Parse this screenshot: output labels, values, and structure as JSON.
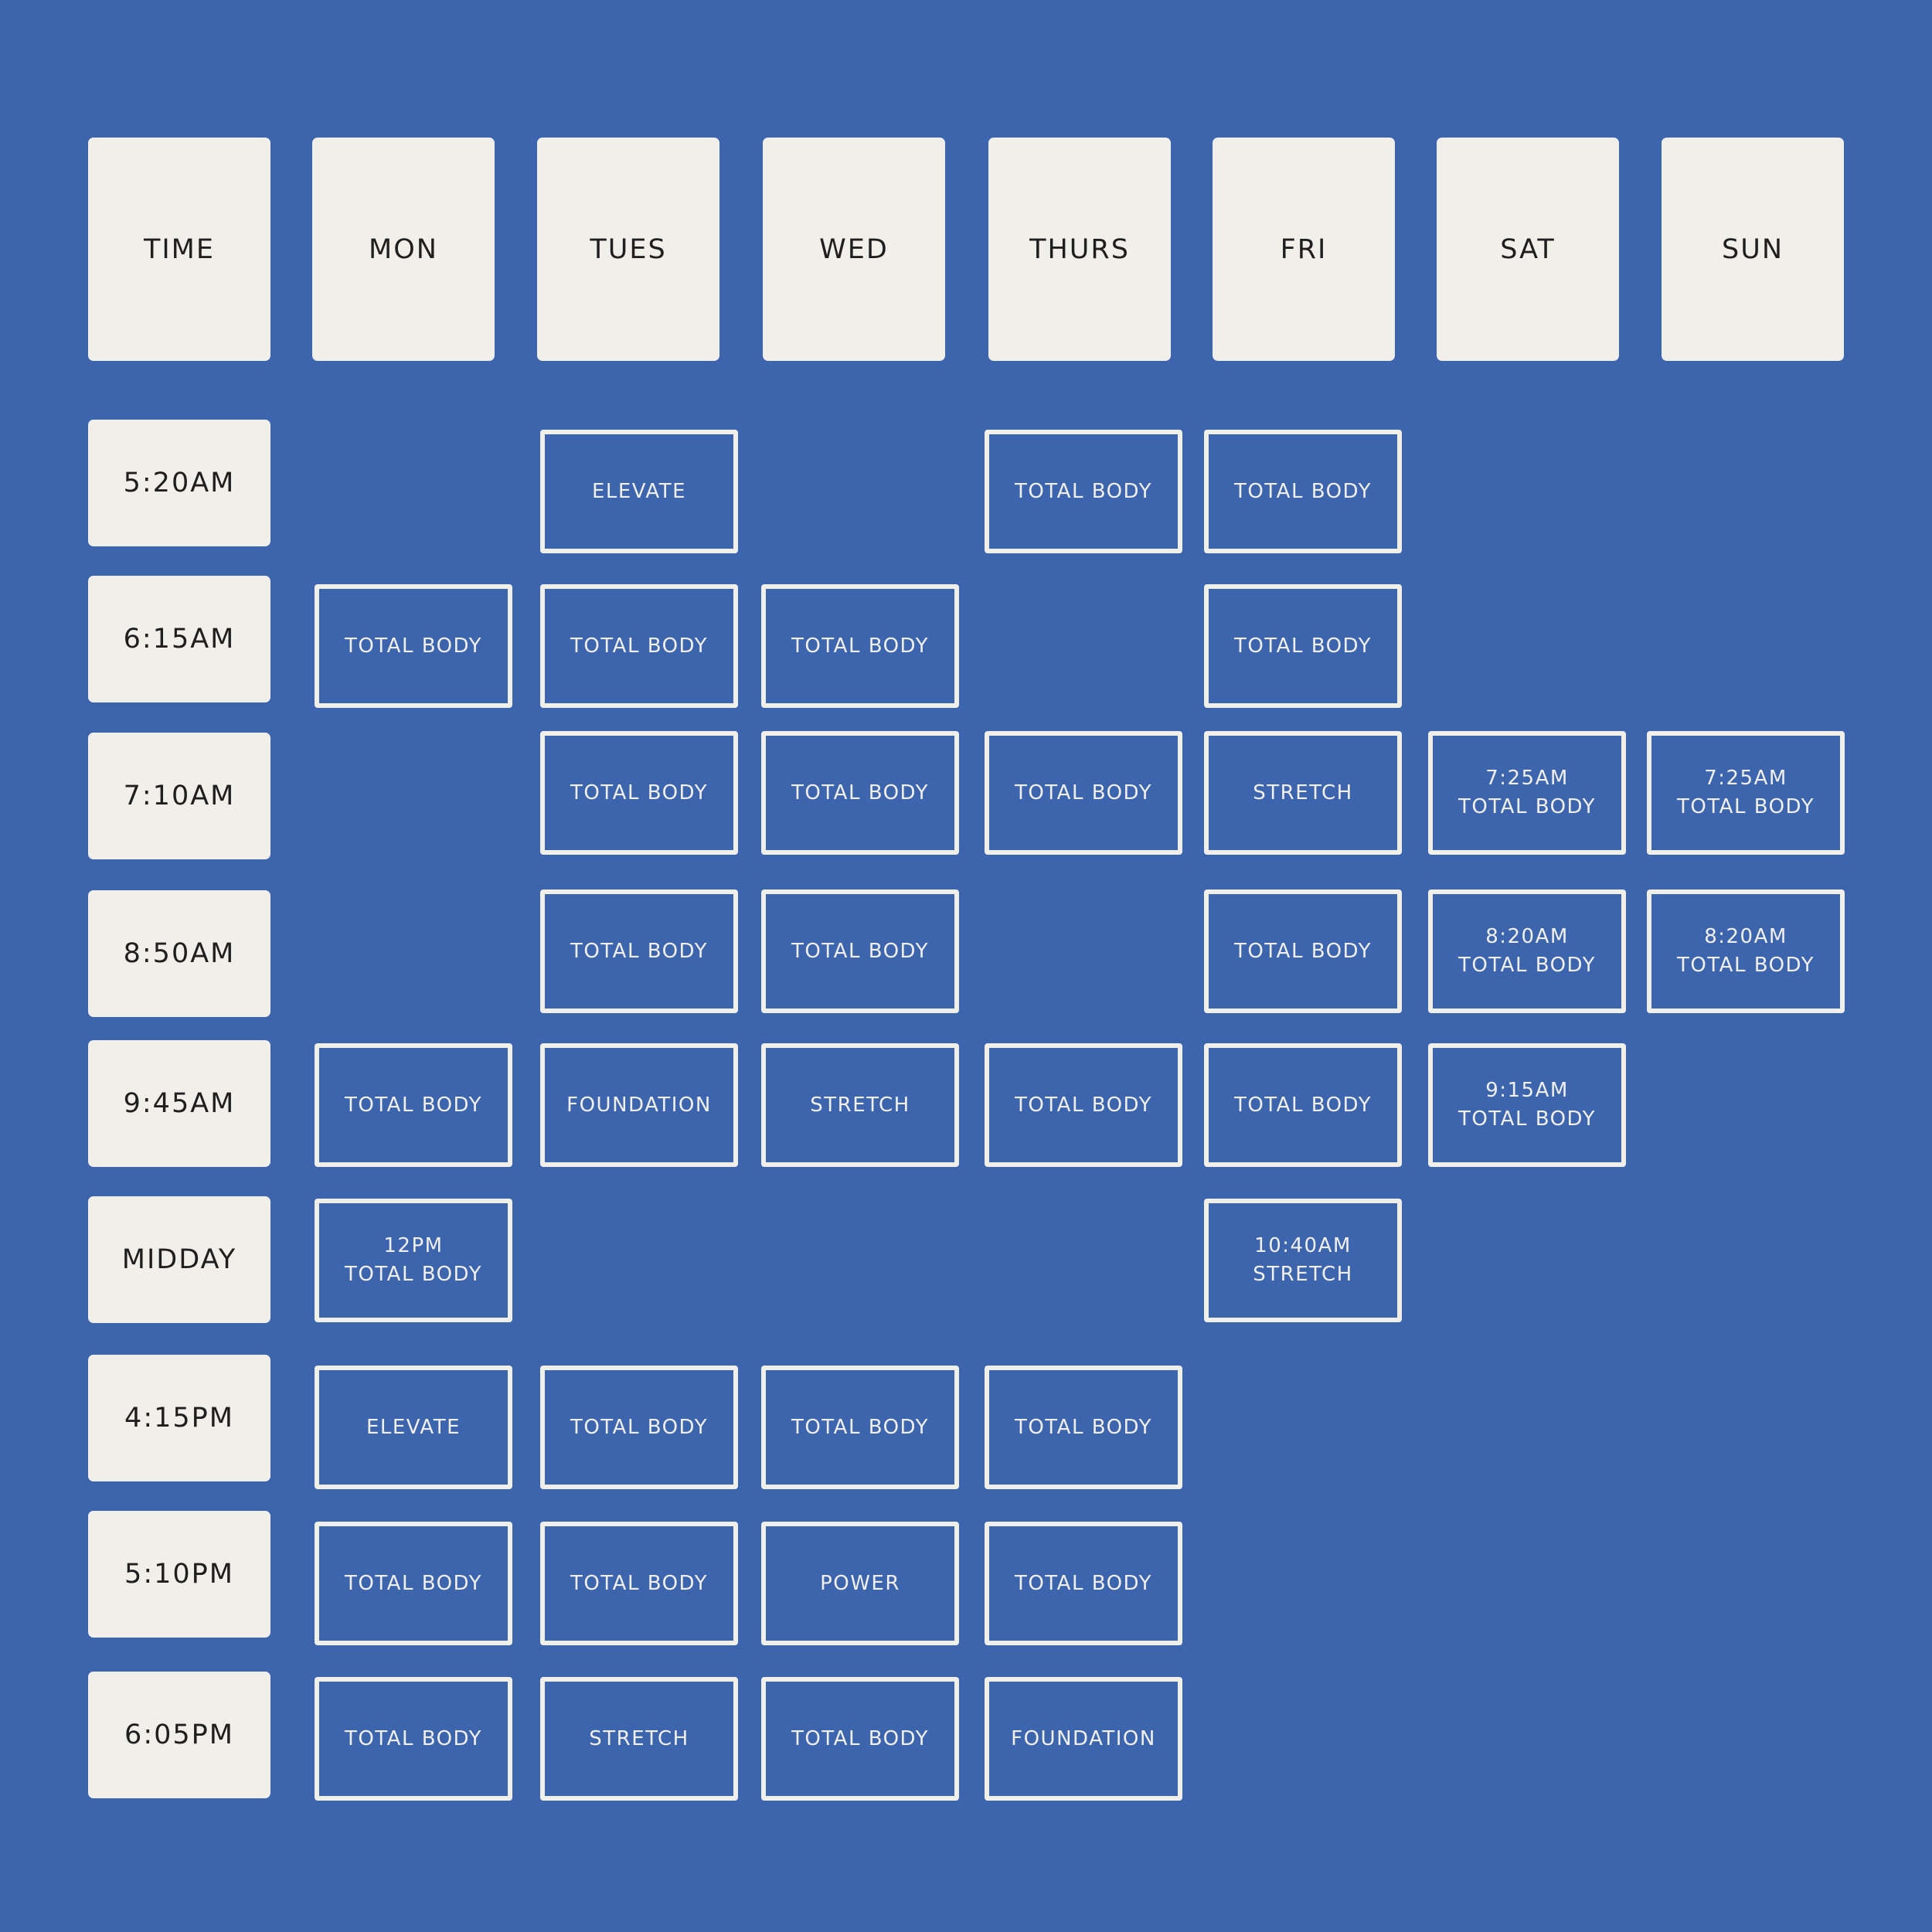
{
  "colors": {
    "background": "#3c65ae",
    "card": "#f0efea",
    "card_text": "#1f1f1f",
    "box_border": "#f0efea",
    "box_text": "#f0efea"
  },
  "headers": [
    "TIME",
    "MON",
    "TUES",
    "WED",
    "THURS",
    "FRI",
    "SAT",
    "SUN"
  ],
  "times": [
    "5:20AM",
    "6:15AM",
    "7:10AM",
    "8:50AM",
    "9:45AM",
    "MIDDAY",
    "4:15PM",
    "5:10PM",
    "6:05PM"
  ],
  "classes": [
    {
      "day": "TUES",
      "slot": "5:20AM",
      "lines": [
        "ELEVATE"
      ]
    },
    {
      "day": "THURS",
      "slot": "5:20AM",
      "lines": [
        "TOTAL BODY"
      ]
    },
    {
      "day": "FRI",
      "slot": "5:20AM",
      "lines": [
        "TOTAL BODY"
      ]
    },
    {
      "day": "MON",
      "slot": "6:15AM",
      "lines": [
        "TOTAL BODY"
      ]
    },
    {
      "day": "TUES",
      "slot": "6:15AM",
      "lines": [
        "TOTAL BODY"
      ]
    },
    {
      "day": "WED",
      "slot": "6:15AM",
      "lines": [
        "TOTAL BODY"
      ]
    },
    {
      "day": "FRI",
      "slot": "6:15AM",
      "lines": [
        "TOTAL BODY"
      ]
    },
    {
      "day": "TUES",
      "slot": "7:10AM",
      "lines": [
        "TOTAL BODY"
      ]
    },
    {
      "day": "WED",
      "slot": "7:10AM",
      "lines": [
        "TOTAL BODY"
      ]
    },
    {
      "day": "THURS",
      "slot": "7:10AM",
      "lines": [
        "TOTAL BODY"
      ]
    },
    {
      "day": "FRI",
      "slot": "7:10AM",
      "lines": [
        "STRETCH"
      ]
    },
    {
      "day": "SAT",
      "slot": "7:10AM",
      "lines": [
        "7:25AM",
        "TOTAL BODY"
      ]
    },
    {
      "day": "SUN",
      "slot": "7:10AM",
      "lines": [
        "7:25AM",
        "TOTAL BODY"
      ]
    },
    {
      "day": "TUES",
      "slot": "8:50AM",
      "lines": [
        "TOTAL BODY"
      ]
    },
    {
      "day": "WED",
      "slot": "8:50AM",
      "lines": [
        "TOTAL BODY"
      ]
    },
    {
      "day": "FRI",
      "slot": "8:50AM",
      "lines": [
        "TOTAL BODY"
      ]
    },
    {
      "day": "SAT",
      "slot": "8:50AM",
      "lines": [
        "8:20AM",
        "TOTAL BODY"
      ]
    },
    {
      "day": "SUN",
      "slot": "8:50AM",
      "lines": [
        "8:20AM",
        "TOTAL BODY"
      ]
    },
    {
      "day": "MON",
      "slot": "9:45AM",
      "lines": [
        "TOTAL BODY"
      ]
    },
    {
      "day": "TUES",
      "slot": "9:45AM",
      "lines": [
        "FOUNDATION"
      ]
    },
    {
      "day": "WED",
      "slot": "9:45AM",
      "lines": [
        "STRETCH"
      ]
    },
    {
      "day": "THURS",
      "slot": "9:45AM",
      "lines": [
        "TOTAL BODY"
      ]
    },
    {
      "day": "FRI",
      "slot": "9:45AM",
      "lines": [
        "TOTAL BODY"
      ]
    },
    {
      "day": "SAT",
      "slot": "9:45AM",
      "lines": [
        "9:15AM",
        "TOTAL BODY"
      ]
    },
    {
      "day": "MON",
      "slot": "MIDDAY",
      "lines": [
        "12PM",
        "TOTAL BODY"
      ]
    },
    {
      "day": "FRI",
      "slot": "MIDDAY",
      "lines": [
        "10:40AM",
        "STRETCH"
      ]
    },
    {
      "day": "MON",
      "slot": "4:15PM",
      "lines": [
        "ELEVATE"
      ]
    },
    {
      "day": "TUES",
      "slot": "4:15PM",
      "lines": [
        "TOTAL BODY"
      ]
    },
    {
      "day": "WED",
      "slot": "4:15PM",
      "lines": [
        "TOTAL BODY"
      ]
    },
    {
      "day": "THURS",
      "slot": "4:15PM",
      "lines": [
        "TOTAL BODY"
      ]
    },
    {
      "day": "MON",
      "slot": "5:10PM",
      "lines": [
        "TOTAL BODY"
      ]
    },
    {
      "day": "TUES",
      "slot": "5:10PM",
      "lines": [
        "TOTAL BODY"
      ]
    },
    {
      "day": "WED",
      "slot": "5:10PM",
      "lines": [
        "POWER"
      ]
    },
    {
      "day": "THURS",
      "slot": "5:10PM",
      "lines": [
        "TOTAL BODY"
      ]
    },
    {
      "day": "MON",
      "slot": "6:05PM",
      "lines": [
        "TOTAL BODY"
      ]
    },
    {
      "day": "TUES",
      "slot": "6:05PM",
      "lines": [
        "STRETCH"
      ]
    },
    {
      "day": "WED",
      "slot": "6:05PM",
      "lines": [
        "TOTAL BODY"
      ]
    },
    {
      "day": "THURS",
      "slot": "6:05PM",
      "lines": [
        "FOUNDATION"
      ]
    }
  ]
}
